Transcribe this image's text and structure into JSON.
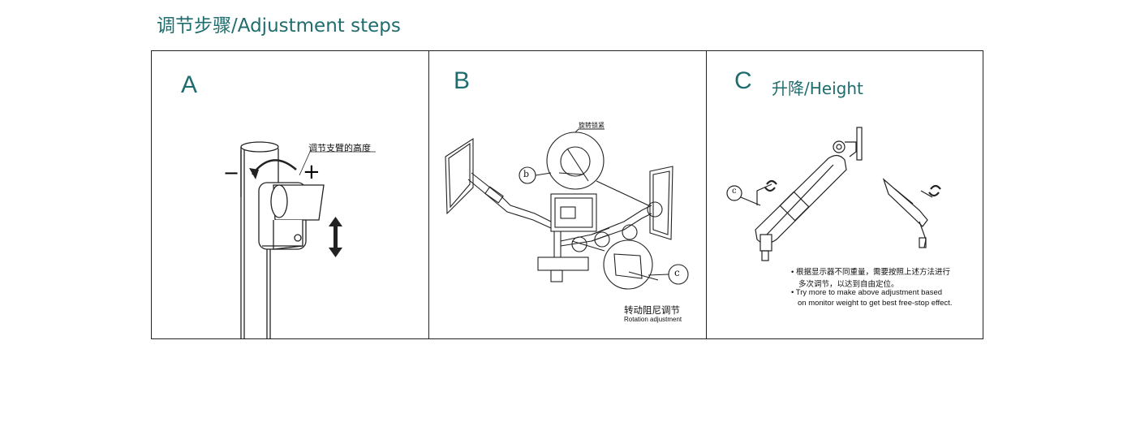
{
  "header": {
    "title": "调节步骤/Adjustment steps"
  },
  "panels": {
    "a": {
      "letter": "A",
      "callout": "调节支臂的高度",
      "minus": "−",
      "plus": "+"
    },
    "b": {
      "letter": "B",
      "callout_top": "旋转锁紧",
      "marker_b": "b",
      "marker_c": "c",
      "caption_cn": "转动阻尼调节",
      "caption_en": "Rotation adjustment"
    },
    "c": {
      "letter": "C",
      "subtitle": "升降/Height",
      "marker_c": "c",
      "note_cn_1": "根据显示器不同重量，需要按照上述方法进行",
      "note_cn_2": "多次调节，以达到自由定位。",
      "note_en_1": "Try more to make above adjustment based",
      "note_en_2": "on monitor weight to get best free-stop effect."
    }
  },
  "colors": {
    "accent": "#1f6d6e",
    "line": "#222222"
  }
}
